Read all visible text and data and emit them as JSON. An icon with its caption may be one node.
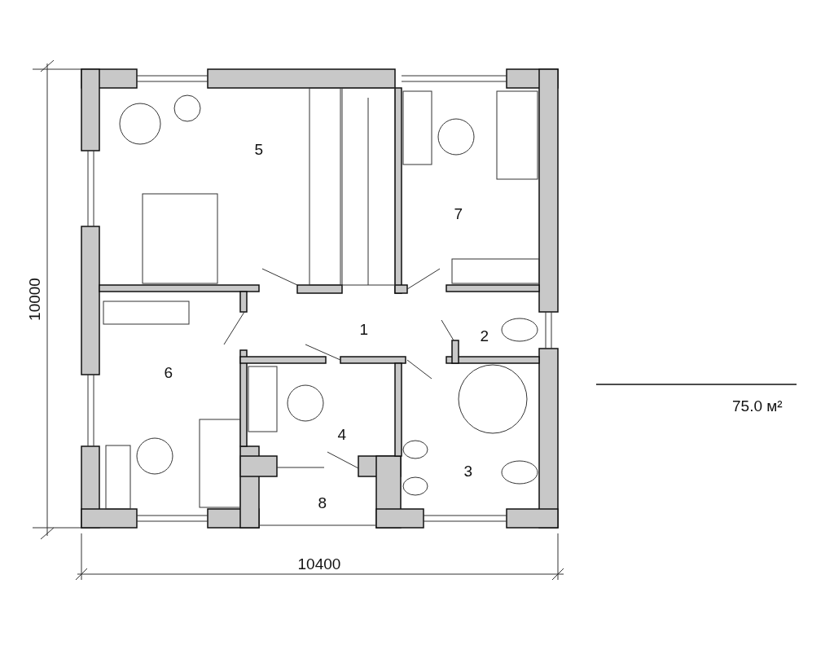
{
  "diagram": {
    "labels": [
      "5",
      "7",
      "1",
      "2",
      "6",
      "4",
      "3",
      "8",
      "75.0 м²",
      "10000",
      "10400"
    ]
  }
}
